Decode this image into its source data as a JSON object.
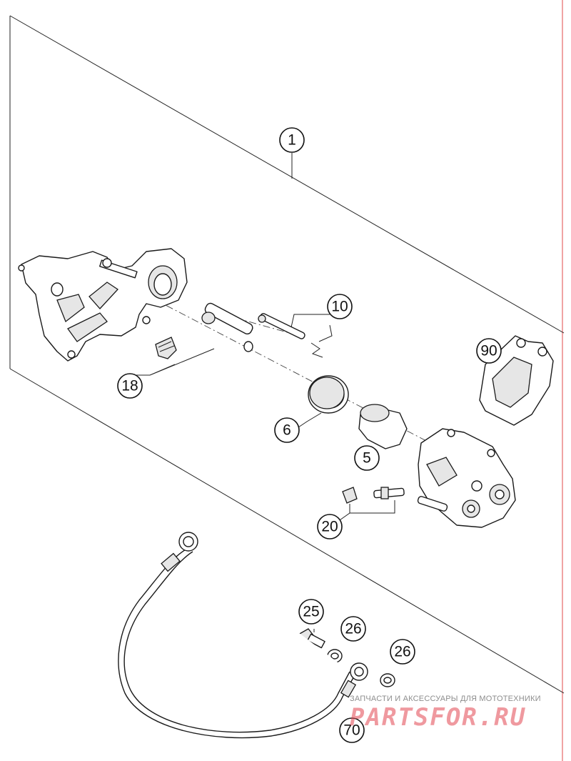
{
  "diagram": {
    "callouts": [
      {
        "id": "assembly",
        "label": "1"
      },
      {
        "id": "carrier-kit",
        "label": "18"
      },
      {
        "id": "pin-kit",
        "label": "10"
      },
      {
        "id": "seal-kit",
        "label": "6"
      },
      {
        "id": "piston",
        "label": "5"
      },
      {
        "id": "brake-pads",
        "label": "90"
      },
      {
        "id": "bleeder-kit",
        "label": "20"
      },
      {
        "id": "banjo-bolt",
        "label": "25"
      },
      {
        "id": "washer-a",
        "label": "26"
      },
      {
        "id": "washer-b",
        "label": "26"
      },
      {
        "id": "brake-line",
        "label": "70"
      }
    ]
  },
  "watermark": {
    "tagline": "ЗАПЧАСТИ И АКСЕССУАРЫ ДЛЯ МОТОТЕХНИКИ",
    "brand": "PARTSFOR.RU"
  },
  "colors": {
    "line": "#1a1a1a",
    "edge_accent": "#e24a4a",
    "watermark_brand": "#e14650"
  }
}
